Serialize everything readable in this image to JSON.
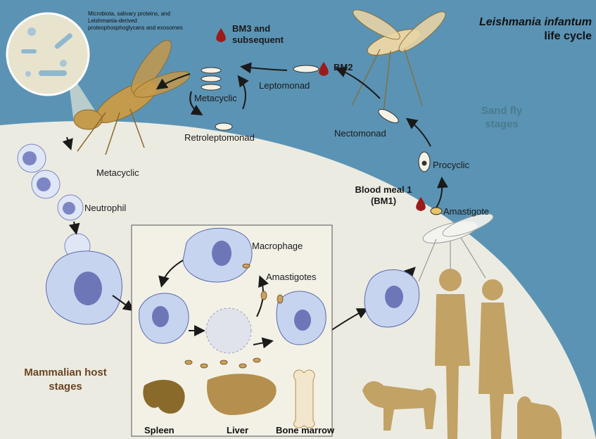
{
  "title": {
    "line1": "Leishmania infantum",
    "line2": "life cycle"
  },
  "note": "Microbiota, salivary proteins, and Leishmania-derived proteophosphoglycans and exosomes",
  "sections": {
    "sand_fly": "Sand fly stages",
    "mammal": "Mammalian host stages"
  },
  "sand_fly_labels": {
    "bm3": "BM3 and subsequent",
    "bm2": "BM2",
    "bm1": "Blood meal 1 (BM1)",
    "leptomonad": "Leptomonad",
    "metacyclic": "Metacyclic",
    "retroleptomonad": "Retroleptomonad",
    "nectomonad": "Nectomonad",
    "procyclic": "Procyclic",
    "amastigote": "Amastigote"
  },
  "host_labels": {
    "metacyclic": "Metacyclic",
    "neutrophil": "Neutrophil",
    "macrophage": "Macrophage",
    "amastigotes": "Amastigotes"
  },
  "organs": [
    "Spleen",
    "Liver",
    "Bone marrow"
  ],
  "colors": {
    "sky": "#5b93b4",
    "ground": "#ecebe2",
    "inset": "#f3f1e6",
    "fly": "#c49a4c",
    "cell": "#c7d4f0",
    "nucleus": "#7d86c4",
    "blood": "#9b1b1b",
    "human": "#c2a265"
  }
}
